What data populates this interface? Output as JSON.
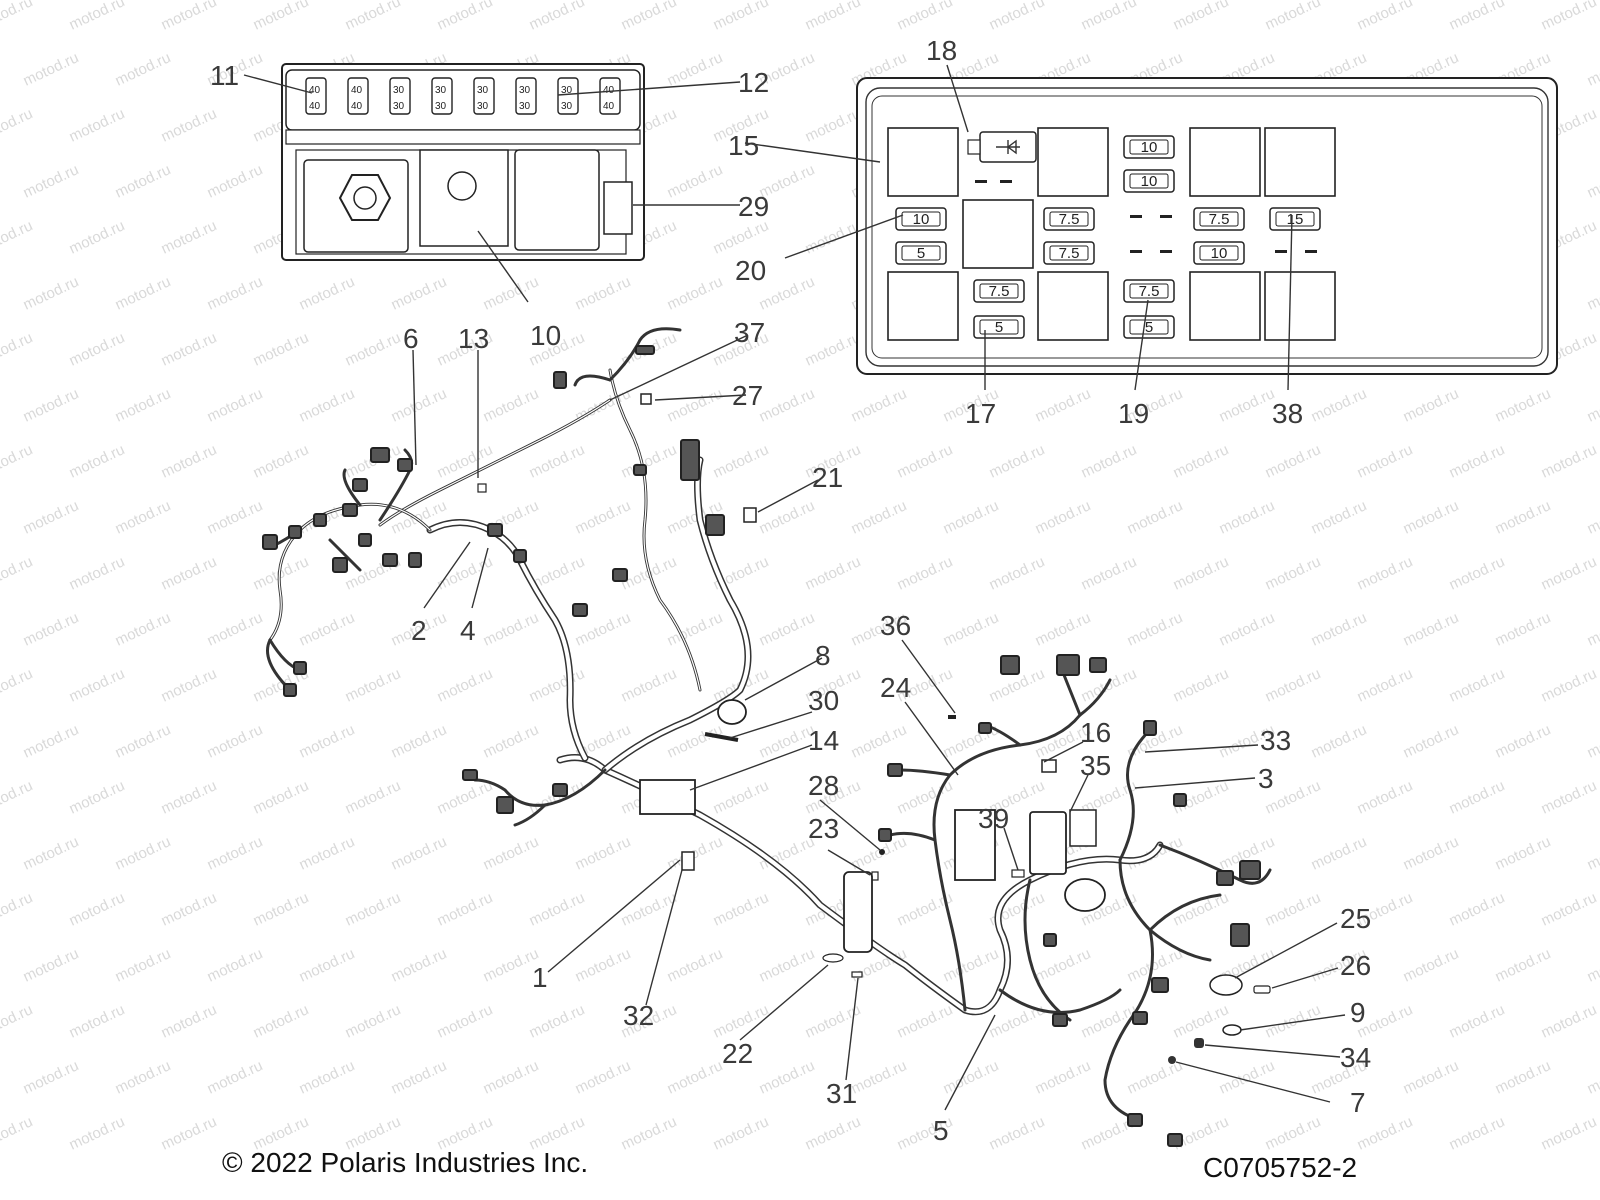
{
  "diagram": {
    "watermark": "motod.ru",
    "copyright": "© 2022 Polaris Industries Inc.",
    "figure_id": "C0705752-2",
    "small_fuse_box": {
      "top_fuses": [
        "40",
        "40",
        "30",
        "30",
        "30",
        "30",
        "30",
        "40"
      ],
      "bottom_fuses": [
        "40",
        "40",
        "30",
        "30",
        "30",
        "30",
        "30",
        "40"
      ]
    },
    "fuse_panel": {
      "fuses": {
        "c1a": "10",
        "c1b": "5",
        "c2a": "7.5",
        "c2b": "5",
        "c3a": "7.5",
        "c3b": "7.5",
        "c4a": "10",
        "c4b": "10",
        "c4c": "7.5",
        "c4d": "5",
        "c5a": "7.5",
        "c5b": "10",
        "c6a": "15"
      }
    },
    "callouts": {
      "c1": "1",
      "c2": "2",
      "c3": "3",
      "c4": "4",
      "c5": "5",
      "c6": "6",
      "c7": "7",
      "c8": "8",
      "c9": "9",
      "c10": "10",
      "c11": "11",
      "c12": "12",
      "c13": "13",
      "c14": "14",
      "c15": "15",
      "c16": "16",
      "c17": "17",
      "c18": "18",
      "c19": "19",
      "c20": "20",
      "c21": "21",
      "c22": "22",
      "c23": "23",
      "c24": "24",
      "c25": "25",
      "c26": "26",
      "c27": "27",
      "c28": "28",
      "c29": "29",
      "c30": "30",
      "c31": "31",
      "c32": "32",
      "c33": "33",
      "c34": "34",
      "c35": "35",
      "c36": "36",
      "c37": "37",
      "c38": "38",
      "c39": "39"
    }
  }
}
